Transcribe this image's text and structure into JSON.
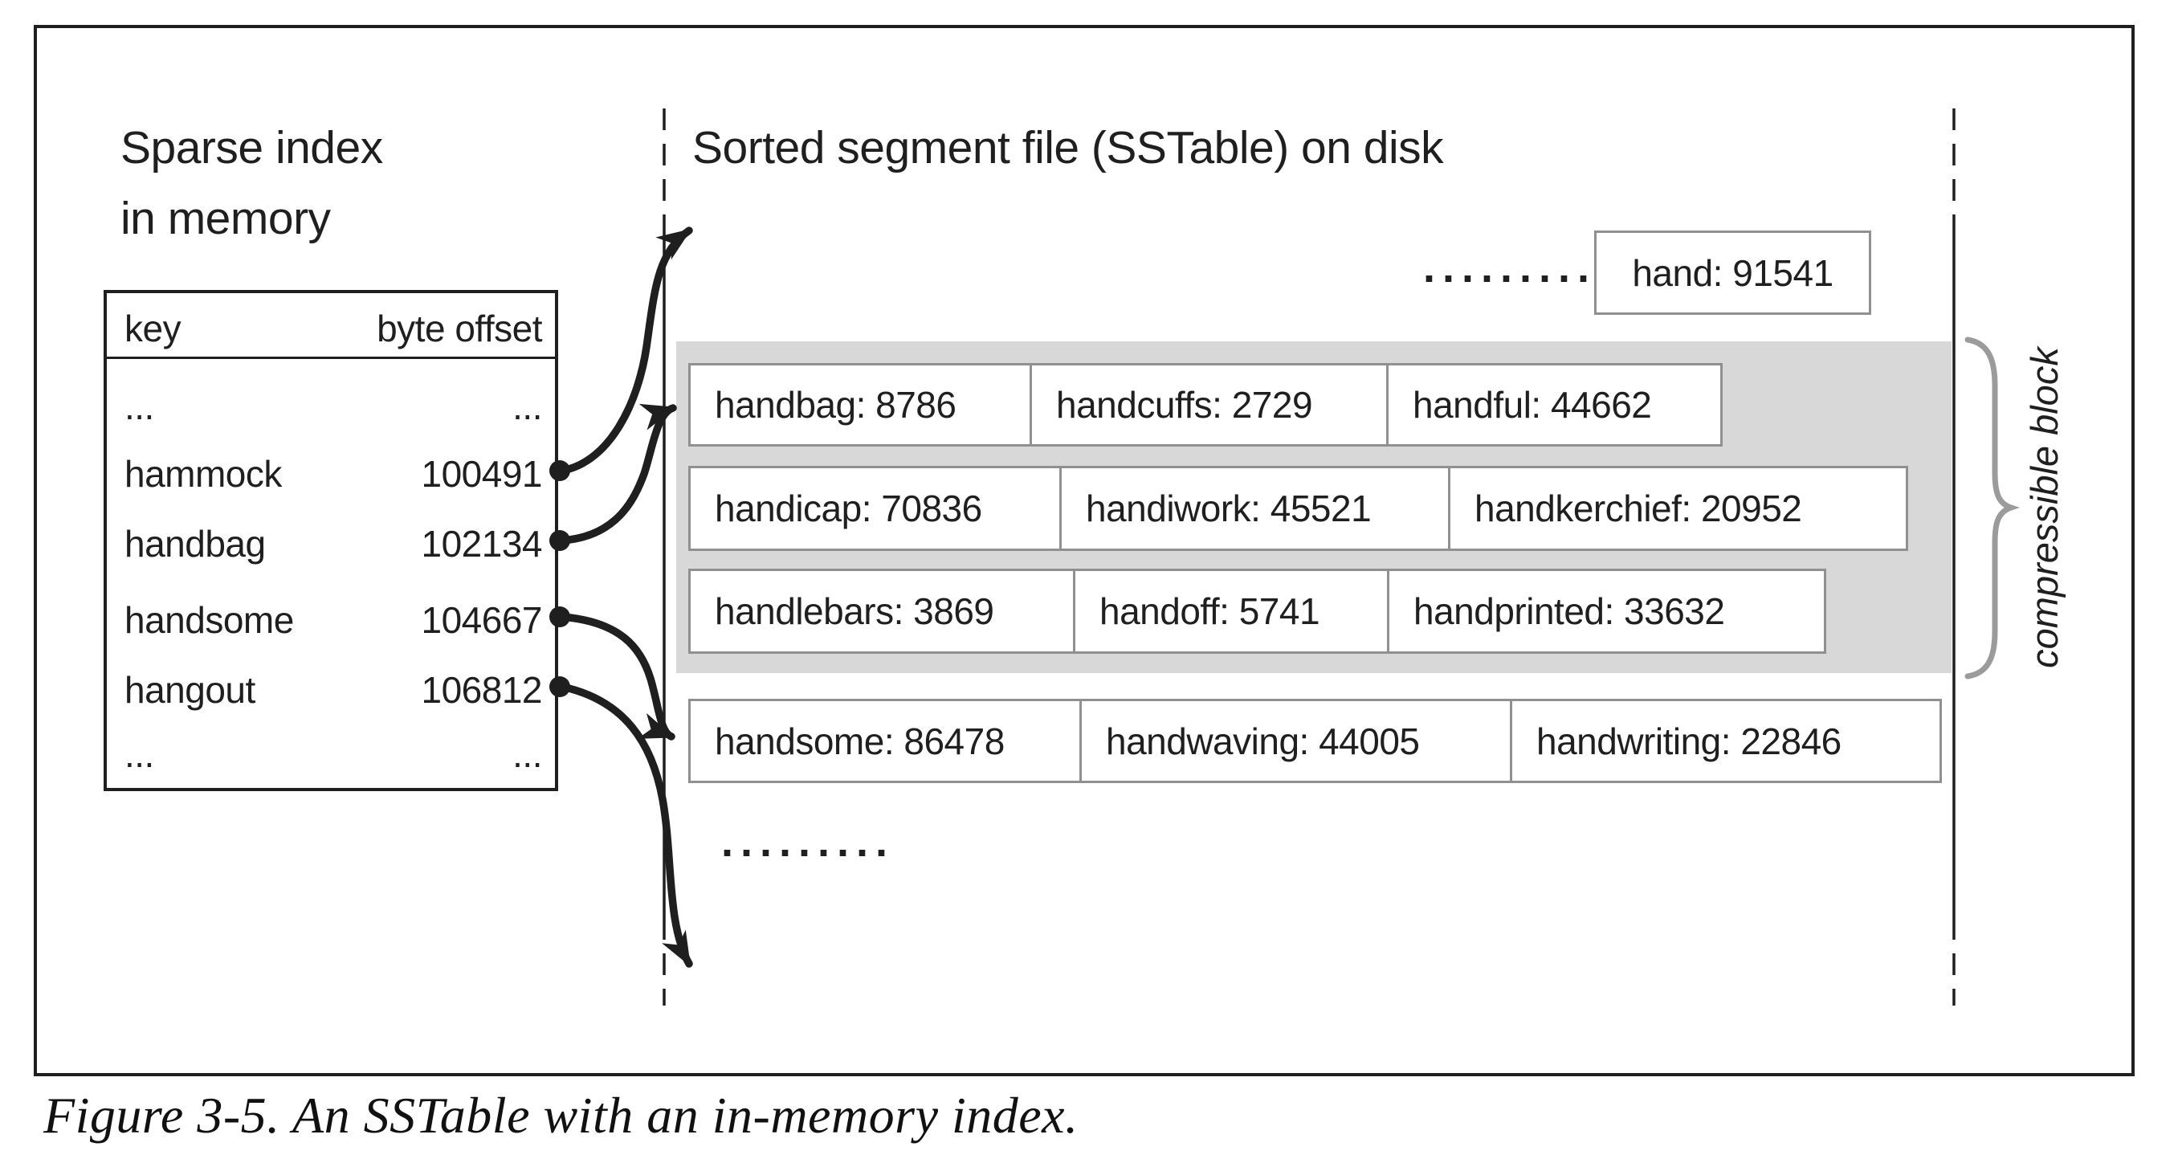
{
  "sparse_index": {
    "heading_line1": "Sparse index",
    "heading_line2": "in memory",
    "columns": {
      "key": "key",
      "offset": "byte offset"
    },
    "rows": [
      {
        "key": "...",
        "offset": "..."
      },
      {
        "key": "hammock",
        "offset": "100491"
      },
      {
        "key": "handbag",
        "offset": "102134"
      },
      {
        "key": "handsome",
        "offset": "104667"
      },
      {
        "key": "hangout",
        "offset": "106812"
      },
      {
        "key": "...",
        "offset": "..."
      }
    ]
  },
  "sstable": {
    "heading": "Sorted segment file (SSTable) on disk",
    "top_ellipsis": ".........",
    "hand_box_label": "hand: 91541",
    "block_rows": [
      [
        "handbag: 8786",
        "handcuffs: 2729",
        "handful: 44662"
      ],
      [
        "handicap: 70836",
        "handiwork: 45521",
        "handkerchief: 20952"
      ],
      [
        "handlebars: 3869",
        "handoff: 5741",
        "handprinted: 33632"
      ]
    ],
    "below_block_row": [
      "handsome: 86478",
      "handwaving: 44005",
      "handwriting: 22846"
    ],
    "bottom_ellipsis": ".........",
    "compressible_label": "compressible block"
  },
  "caption": "Figure 3-5. An SSTable with an in-memory index.",
  "colors": {
    "ink": "#1f1f1f",
    "block_bg": "#d8d8d8",
    "box_border": "#909090",
    "brace": "#9b9b9b"
  }
}
